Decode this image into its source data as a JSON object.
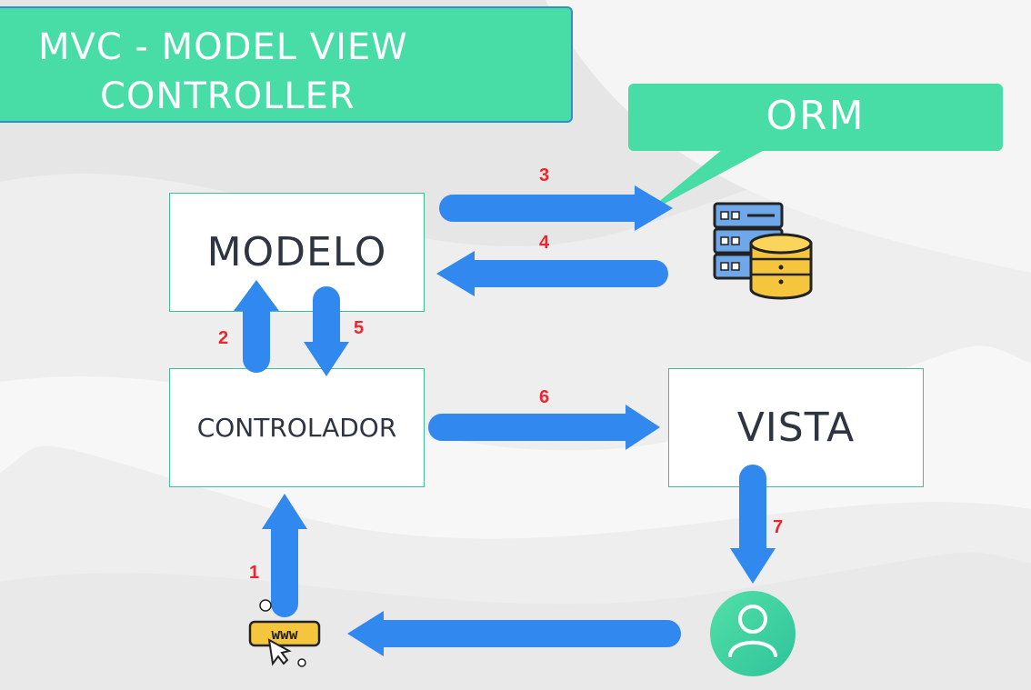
{
  "title": {
    "line1": "MVC - MODEL VIEW",
    "line2": "CONTROLLER"
  },
  "orm_label": "ORM",
  "nodes": {
    "modelo": "MODELO",
    "controlador": "CONTROLADOR",
    "vista": "VISTA"
  },
  "steps": [
    "1",
    "2",
    "3",
    "4",
    "5",
    "6",
    "7"
  ],
  "icons": {
    "database": "database-server-icon",
    "user": "user-icon",
    "browser": "www-click-icon"
  },
  "colors": {
    "banner": "#48dca6",
    "arrow": "#3188ee",
    "step_number": "#f0242c",
    "box_border": "#3fbf95"
  }
}
